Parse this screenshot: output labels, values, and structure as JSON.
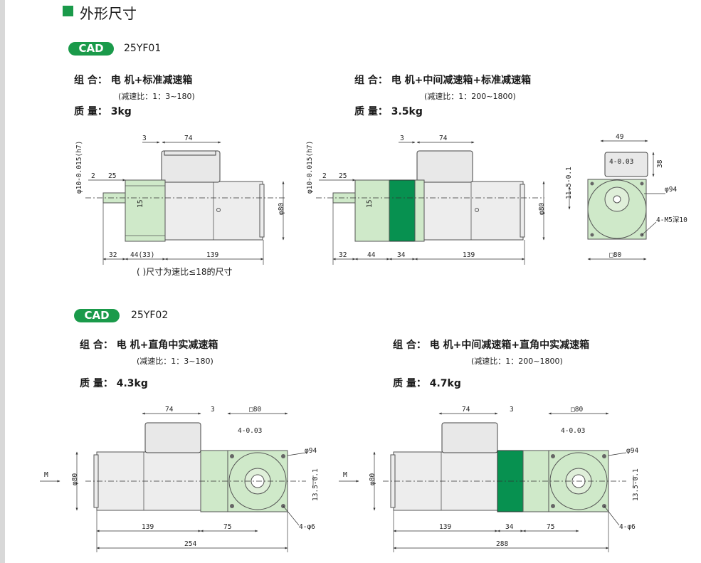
{
  "page_title": "外形尺寸",
  "section1": {
    "cad": "CAD",
    "model": "25YF01",
    "left": {
      "combo": "组 合： 电 机+标准减速箱",
      "ratio": "(减速比：1：3~180)",
      "mass": "质 量：  3kg"
    },
    "right": {
      "combo": "组 合： 电 机+中间减速箱+标准减速箱",
      "ratio": "(减速比：1：200~1800)",
      "mass": "质 量：  3.5kg"
    },
    "note": "( )尺寸为速比≤18的尺寸",
    "dims_a": {
      "d3": "3",
      "d74": "74",
      "d2": "2",
      "d25": "25",
      "d15": "15",
      "d32": "32",
      "d44": "44(33)",
      "d139": "139",
      "d80": "φ80",
      "shaft": "φ10-0.015(h7)"
    },
    "dims_b": {
      "d3": "3",
      "d74": "74",
      "d2": "2",
      "d25": "25",
      "d15": "15",
      "d32": "32",
      "d44": "44",
      "d34": "34",
      "d139": "139",
      "d80": "φ80",
      "shaft": "φ10-0.015(h7)"
    },
    "dims_c": {
      "d49": "49",
      "d4": "4-0.03",
      "d38": "38",
      "d115": "11.5-0.1",
      "d94": "φ94",
      "screw": "4-M5深10",
      "sq": "□80"
    }
  },
  "section2": {
    "cad": "CAD",
    "model": "25YF02",
    "left": {
      "combo": "组 合： 电 机+直角中实减速箱",
      "ratio": "(减速比：1：3~180)",
      "mass": "质 量：  4.3kg"
    },
    "right": {
      "combo": "组 合： 电 机+中间减速箱+直角中实减速箱",
      "ratio": "(减速比：1：200~1800)",
      "mass": "质 量：  4.7kg"
    },
    "dims_a": {
      "d74": "74",
      "d3": "3",
      "sq": "□80",
      "d4": "4-0.03",
      "d94": "φ94",
      "M": "M",
      "d80": "φ80",
      "d139": "139",
      "d75": "75",
      "d135": "13.5-0.1",
      "holes": "4-φ6",
      "total": "254"
    },
    "dims_b": {
      "d74": "74",
      "d3": "3",
      "sq": "□80",
      "d4": "4-0.03",
      "d94": "φ94",
      "M": "M",
      "d80": "φ80",
      "d139": "139",
      "d34": "34",
      "d75": "75",
      "d135": "13.5-0.1",
      "holes": "4-φ6",
      "total": "288"
    }
  },
  "colors": {
    "accent_green": "#1a9a4a",
    "gear_light": "#cfe9c9",
    "gear_dark": "#079150"
  }
}
